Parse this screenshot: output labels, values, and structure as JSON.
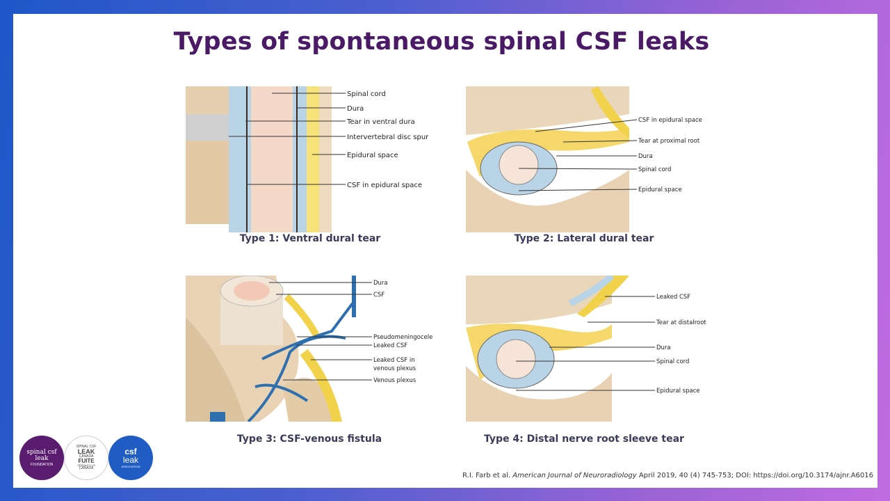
{
  "title": "Types of spontaneous spinal CSF leaks",
  "panels": [
    {
      "caption": "Type 1: Ventral dural tear",
      "labels": [
        "Spinal cord",
        "Dura",
        "Tear in ventral dura",
        "Intervertebral disc spur",
        "Epidural space",
        "CSF in epidural space"
      ]
    },
    {
      "caption": "Type 2: Lateral dural tear",
      "labels": [
        "CSF in epidural space",
        "Tear at proximal root",
        "Dura",
        "Spinal cord",
        "Epidural space"
      ]
    },
    {
      "caption": "Type 3: CSF-venous fistula",
      "labels": [
        "Dura",
        "CSF",
        "Pseudomeningocele",
        "Leaked CSF",
        "Leaked CSF in",
        "venous plexus",
        "Venous plexus"
      ]
    },
    {
      "caption": "Type 4: Distal nerve root sleeve tear",
      "labels": [
        "Leaked CSF",
        "Tear at distalroot",
        "Dura",
        "Spinal cord",
        "Epidural space"
      ]
    }
  ],
  "citation": {
    "authors": "R.I. Farb et al.",
    "journal": "American Journal of Neuroradiology",
    "details": "April 2019, 40 (4) 745-753; DOI: https://doi.org/10.3174/ajnr.A6016"
  },
  "logos": {
    "logo1": [
      "spinal csf leak",
      "FOUNDATION"
    ],
    "logo2": [
      "SPINAL CSF",
      "LEAK",
      "CANADA",
      "FUITE",
      "SPINALE LCS",
      "CANADA"
    ],
    "logo3": [
      "csf",
      "leak",
      "ASSOCIATION"
    ]
  },
  "colors": {
    "title": "#4a1a66",
    "bone": "#ecd9bd",
    "dura": "#b8d2e6",
    "nerve": "#f2d24a",
    "vein": "#2e6fb0"
  }
}
